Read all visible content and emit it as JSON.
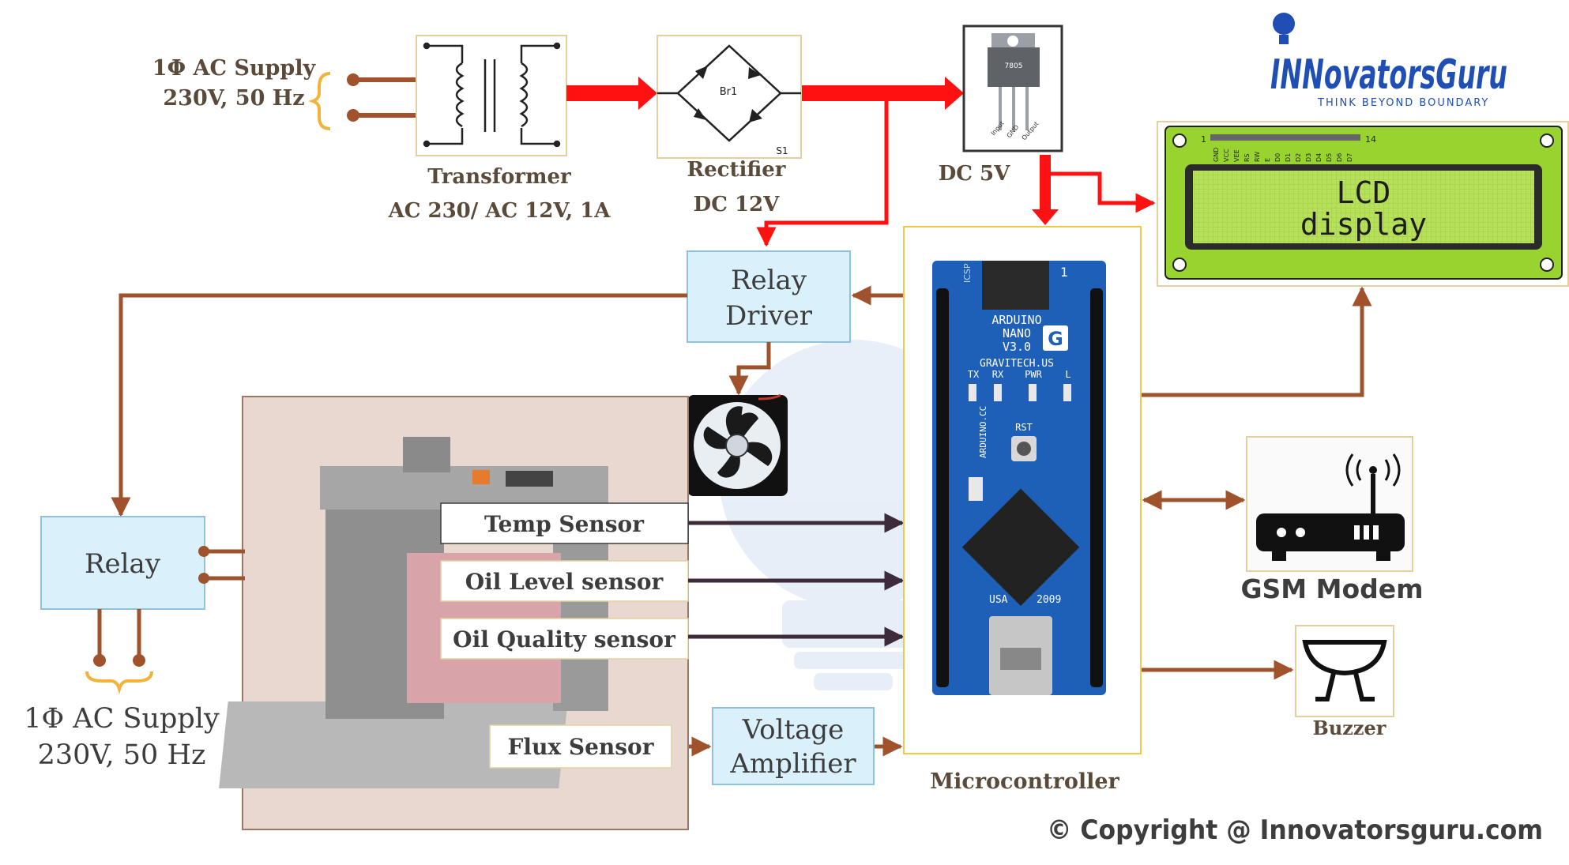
{
  "supply_top": {
    "line1": "1Φ AC Supply",
    "line2": "230V, 50 Hz"
  },
  "transformer": {
    "label": "Transformer",
    "rating": "AC 230/ AC 12V, 1A"
  },
  "rectifier": {
    "label": "Rectifier",
    "output": "DC 12V",
    "part": "Br1",
    "pin": "S1"
  },
  "regulator": {
    "label": "DC 5V",
    "part": "7805",
    "pins": [
      "Input",
      "GND",
      "Output"
    ]
  },
  "brand": {
    "name": "INNovatorsGuru",
    "tagline": "THINK BEYOND BOUNDARY"
  },
  "lcd": {
    "line1": "LCD",
    "line2": "display",
    "pin_first": "1",
    "pin_last": "14",
    "pins": [
      "GND",
      "VCC",
      "VEE",
      "RS",
      "RW",
      "E",
      "D0",
      "D1",
      "D2",
      "D3",
      "D4",
      "D5",
      "D6",
      "D7"
    ]
  },
  "relay_driver": {
    "line1": "Relay",
    "line2": "Driver"
  },
  "relay": {
    "label": "Relay"
  },
  "supply_bottom": {
    "line1": "1Φ AC Supply",
    "line2": "230V, 50 Hz"
  },
  "sensors": {
    "temp": "Temp Sensor",
    "oil_level": "Oil Level sensor",
    "oil_quality": "Oil Quality sensor",
    "flux": "Flux Sensor"
  },
  "amplifier": {
    "line1": "Voltage",
    "line2": "Amplifier"
  },
  "microcontroller": {
    "label": "Microcontroller",
    "board_lines": [
      "ARDUINO",
      "NANO",
      "V3.0",
      "GRAVITECH.US"
    ],
    "leds": [
      "TX",
      "RX",
      "PWR",
      "L"
    ],
    "reset": "RST",
    "footer_left": "USA",
    "footer_right": "2009",
    "side_text": "ARDUINO.CC",
    "icsp": "ICSP",
    "pin_num": "1"
  },
  "gsm": {
    "label": "GSM Modem"
  },
  "buzzer": {
    "label": "Buzzer"
  },
  "copyright": "© Copyright @ Innovatorsguru.com",
  "colors": {
    "arrow_red": "#ff1111",
    "wire_brown": "#a0522d",
    "box_fill": "#daf0fa",
    "box_border": "#8fc3dc",
    "sensor_arrow": "#3d2b3a",
    "mcu_border": "#f0c84a"
  }
}
